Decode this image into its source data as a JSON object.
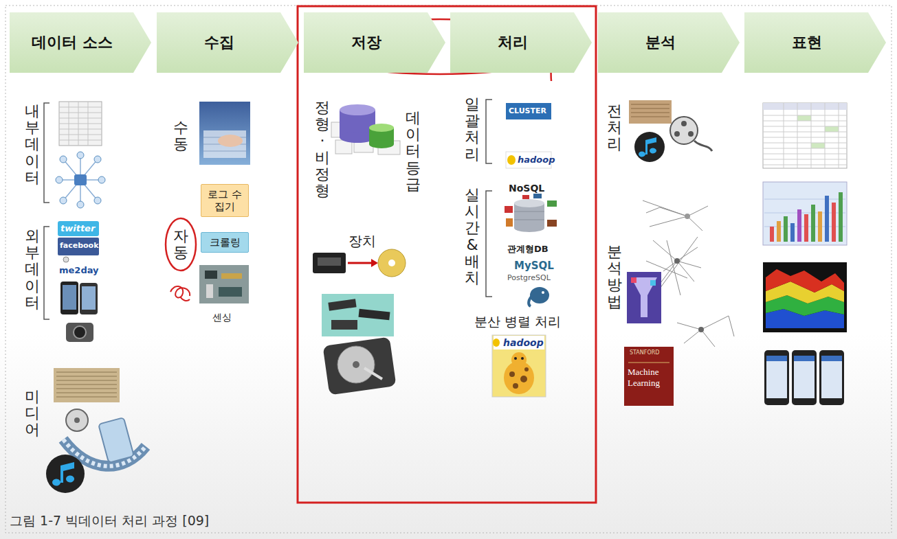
{
  "diagram": {
    "caption": "그림 1-7 빅데이터 처리 과정 [09]",
    "nodes": [
      {
        "text": [
          "데이터 소스"
        ]
      },
      {
        "text": [
          "수집"
        ]
      },
      {
        "text": [
          "저장"
        ]
      },
      {
        "text": [
          "처리"
        ]
      },
      {
        "text": [
          "분석"
        ]
      },
      {
        "text": [
          "표현"
        ]
      },
      {
        "text": [
          "로그 수집기"
        ]
      },
      {
        "text": [
          "크롤링"
        ]
      }
    ],
    "labels": [
      "내부 데이터",
      "외부 데이터",
      "미디어",
      "twitter",
      "facebook",
      "me2day",
      "수동",
      "자동",
      "센싱",
      "정형·비정형",
      "데이터 등급",
      "장치",
      "일괄 처리",
      "CLUSTER",
      "hadoop",
      "실시간 & 배치",
      "NoSQL",
      "관계형DB",
      "MySQL",
      "PostgreSQL",
      "분산 병렬 처리",
      "hadoop",
      "전처리",
      "분석 방법",
      "STANFORD",
      "Machine Learning"
    ]
  }
}
